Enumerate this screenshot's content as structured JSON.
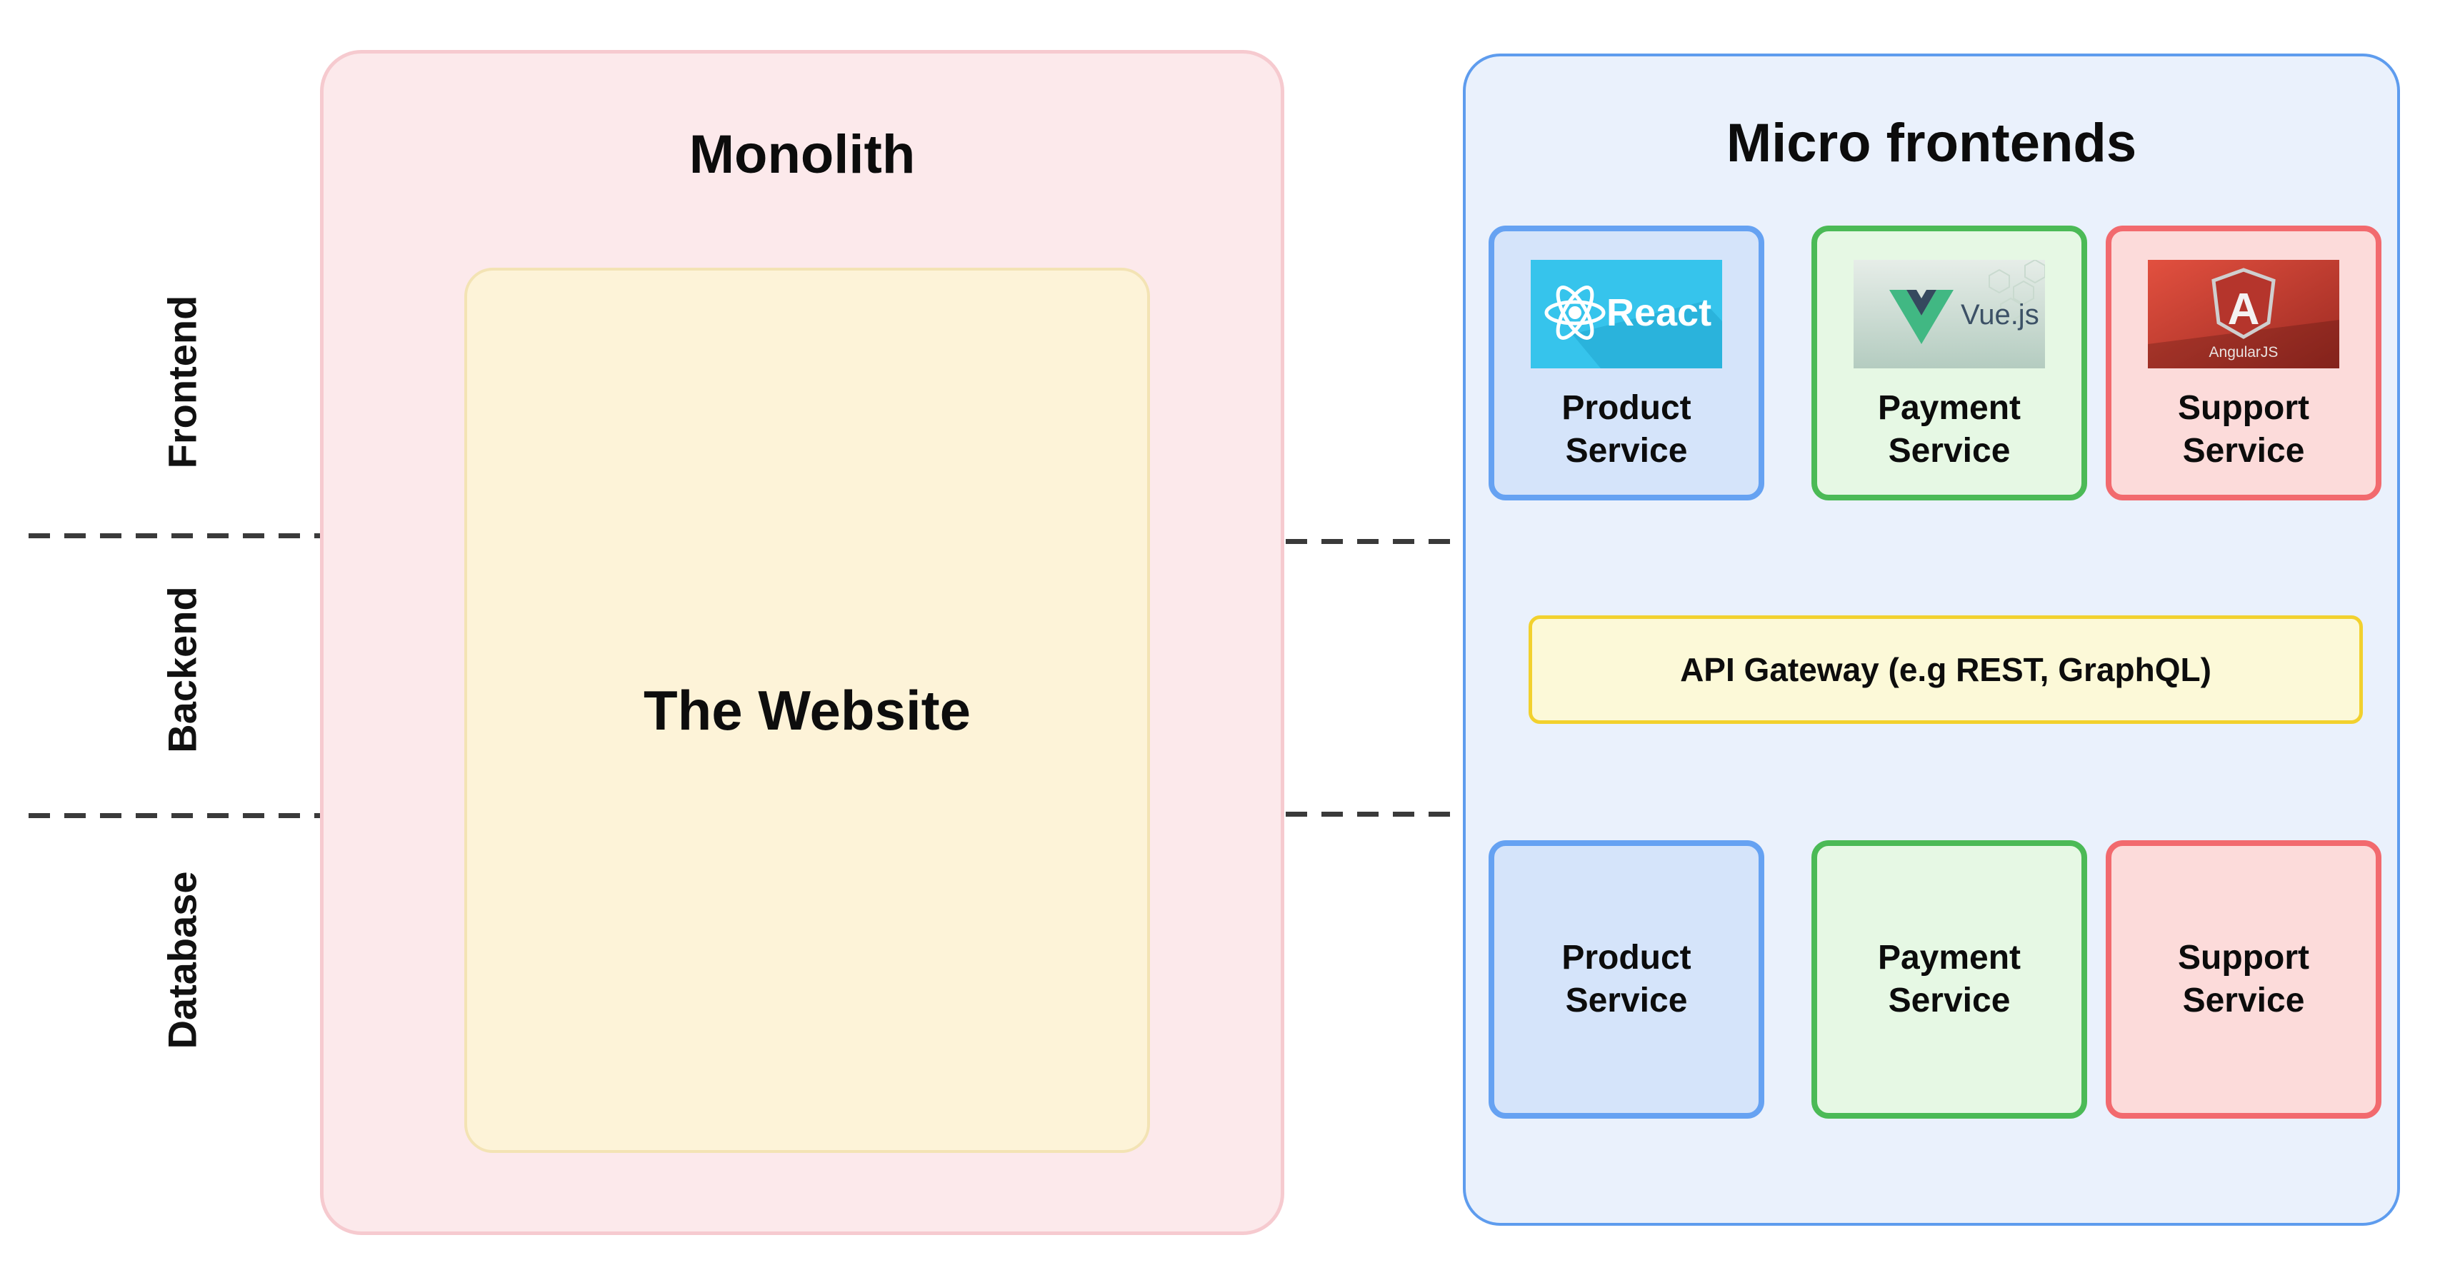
{
  "diagram": {
    "layers": [
      {
        "label": "Frontend"
      },
      {
        "label": "Backend"
      },
      {
        "label": "Database"
      }
    ],
    "monolith": {
      "title": "Monolith",
      "website": "The Website"
    },
    "micro": {
      "title": "Micro frontends",
      "api_gateway": "API Gateway (e.g REST, GraphQL)",
      "frontend_cards": [
        {
          "service": "Product Service",
          "framework": "React"
        },
        {
          "service": "Payment Service",
          "framework": "Vue.js"
        },
        {
          "service": "Support Service",
          "framework": "AngularJS"
        }
      ],
      "backend_cards": [
        {
          "service": "Product Service"
        },
        {
          "service": "Payment Service"
        },
        {
          "service": "Support Service"
        }
      ]
    },
    "colors": {
      "monolith_bg": "#fce9eb",
      "monolith_border": "#f6cacf",
      "website_bg": "#fdf3d8",
      "website_border": "#f3e3b4",
      "micro_bg": "#eaf1fc",
      "micro_border": "#5e9cee",
      "product_border": "#66a2f2",
      "product_bg": "#d5e4fa",
      "payment_border": "#4bba56",
      "payment_bg": "#e6f8e4",
      "support_border": "#f26a6e",
      "support_bg": "#fcdbda",
      "api_border": "#f2d12e",
      "api_bg": "#fcf9d8",
      "react_cyan": "#36c4ec",
      "vue_green": "#41b883",
      "vue_slate": "#35495e",
      "angular_red": "#b5352c",
      "dash_color": "#3a3a3a"
    }
  }
}
